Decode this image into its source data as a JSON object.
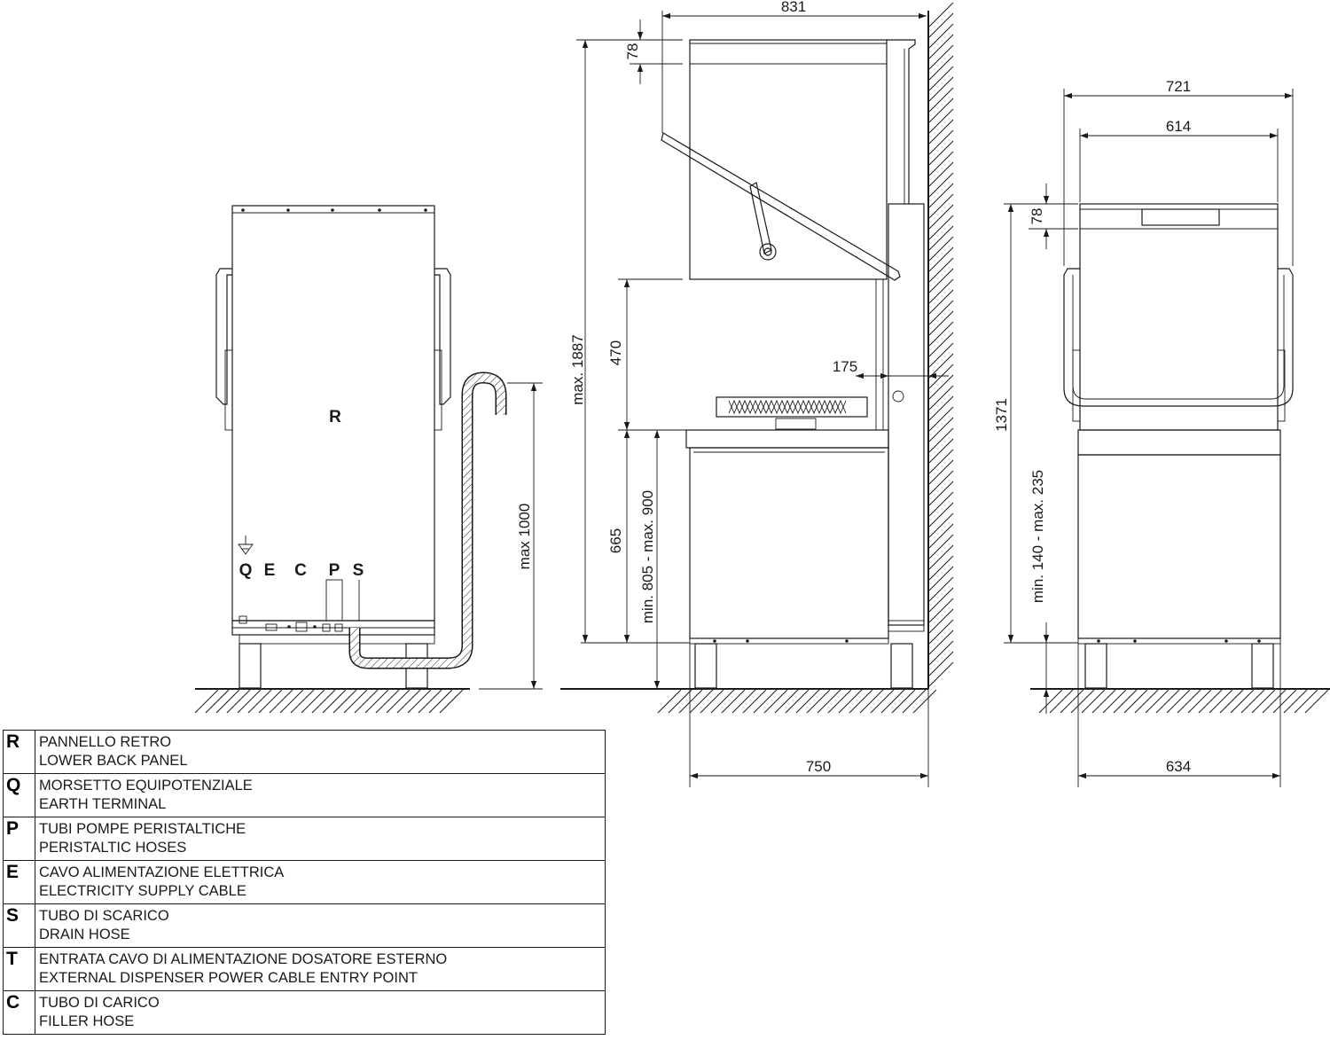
{
  "rear_view": {
    "panel_label": "R",
    "connection_labels": [
      "Q",
      "E",
      "C",
      "P",
      "S"
    ],
    "drain_height": "max 1000"
  },
  "side_view": {
    "overall_depth": "831",
    "hood_height": "78",
    "max_height": "max. 1887",
    "opening_height": "470",
    "wall_clearance": "175",
    "table_height": "665",
    "worktop_range": "min. 805 - max. 900",
    "base_depth": "750"
  },
  "front_view": {
    "overall_width": "721",
    "hood_width": "614",
    "hood_height": "78",
    "closed_height": "1371",
    "leg_range": "min. 140 - max. 235",
    "base_width": "634"
  },
  "legend": [
    {
      "code": "R",
      "it": "PANNELLO RETRO",
      "en": "LOWER BACK PANEL"
    },
    {
      "code": "Q",
      "it": "MORSETTO EQUIPOTENZIALE",
      "en": "EARTH TERMINAL"
    },
    {
      "code": "P",
      "it": "TUBI POMPE PERISTALTICHE",
      "en": "PERISTALTIC HOSES"
    },
    {
      "code": "E",
      "it": "CAVO ALIMENTAZIONE ELETTRICA",
      "en": "ELECTRICITY SUPPLY CABLE"
    },
    {
      "code": "S",
      "it": "TUBO DI SCARICO",
      "en": "DRAIN HOSE"
    },
    {
      "code": "T",
      "it": "ENTRATA CAVO DI ALIMENTAZIONE DOSATORE ESTERNO",
      "en": "EXTERNAL DISPENSER POWER CABLE ENTRY POINT"
    },
    {
      "code": "C",
      "it": "TUBO DI CARICO",
      "en": "FILLER HOSE"
    }
  ]
}
